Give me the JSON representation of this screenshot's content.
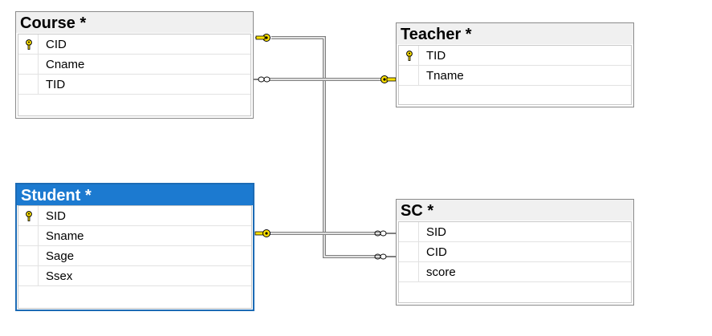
{
  "diagram": {
    "tables": [
      {
        "id": "course",
        "title": "Course *",
        "selected": false,
        "columns": [
          {
            "name": "CID",
            "primary_key": true
          },
          {
            "name": "Cname",
            "primary_key": false
          },
          {
            "name": "TID",
            "primary_key": false
          }
        ]
      },
      {
        "id": "teacher",
        "title": "Teacher *",
        "selected": false,
        "columns": [
          {
            "name": "TID",
            "primary_key": true
          },
          {
            "name": "Tname",
            "primary_key": false
          }
        ]
      },
      {
        "id": "student",
        "title": "Student *",
        "selected": true,
        "columns": [
          {
            "name": "SID",
            "primary_key": true
          },
          {
            "name": "Sname",
            "primary_key": false
          },
          {
            "name": "Sage",
            "primary_key": false
          },
          {
            "name": "Ssex",
            "primary_key": false
          }
        ]
      },
      {
        "id": "sc",
        "title": "SC *",
        "selected": false,
        "columns": [
          {
            "name": "SID",
            "primary_key": false
          },
          {
            "name": "CID",
            "primary_key": false
          },
          {
            "name": "score",
            "primary_key": false
          }
        ]
      }
    ],
    "relationships": [
      {
        "from_table": "course",
        "from_column": "CID",
        "from_end": "key",
        "to_table": "sc",
        "to_column": "CID",
        "to_end": "many"
      },
      {
        "from_table": "course",
        "from_column": "TID",
        "from_end": "many",
        "to_table": "teacher",
        "to_column": "TID",
        "to_end": "key"
      },
      {
        "from_table": "student",
        "from_column": "SID",
        "from_end": "key",
        "to_table": "sc",
        "to_column": "SID",
        "to_end": "many"
      }
    ],
    "colors": {
      "selected_title_bg": "#1c7ad0",
      "title_bg": "#f0f0f0",
      "key_icon": "#ffe200",
      "line": "#808080"
    }
  }
}
